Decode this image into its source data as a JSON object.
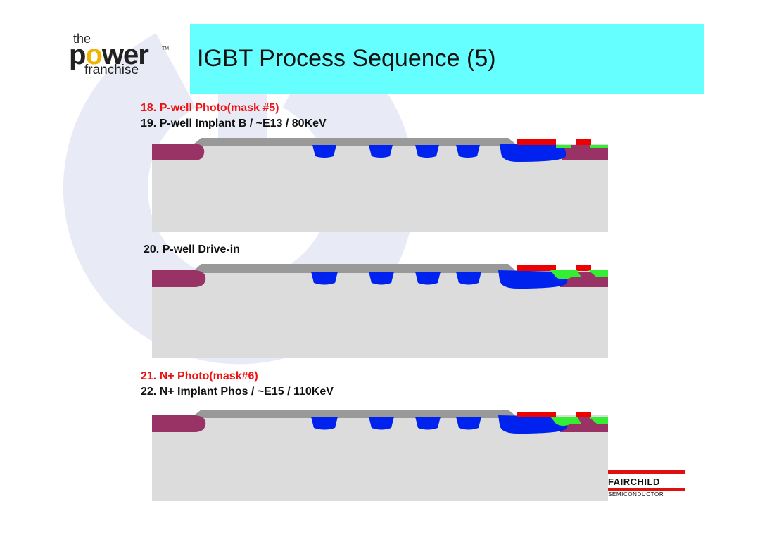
{
  "header": {
    "title": "IGBT Process Sequence (5)"
  },
  "logo": {
    "line1": "the",
    "line2_pre": "p",
    "line2_o": "o",
    "line2_post": "wer",
    "trademark": "TM",
    "line3": "franchise"
  },
  "steps": [
    {
      "label": "18. P-well Photo(mask #5)",
      "color": "red"
    },
    {
      "label": "19. P-well Implant B / ~E13 / 80KeV",
      "color": "black"
    },
    {
      "label": "20. P-well Drive-in",
      "color": "black"
    },
    {
      "label": "21. N+ Photo(mask#6)",
      "color": "red"
    },
    {
      "label": "22. N+ Implant Phos / ~E15 / 110KeV",
      "color": "black"
    }
  ],
  "company": {
    "name": "FAIRCHILD",
    "subtitle": "SEMICONDUCTOR"
  },
  "colors": {
    "title_bar": "#66ffff",
    "substrate": "#dcdcdc",
    "oxide": "#999999",
    "p_region": "#993366",
    "trench": "#0022ee",
    "photoresist": "#ee0000",
    "n_plus": "#33ee33",
    "watermark": "#e8eaf6",
    "accent_red": "#ee1111"
  }
}
